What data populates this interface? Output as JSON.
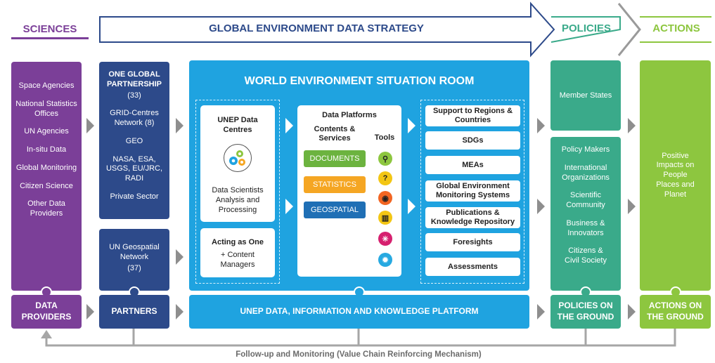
{
  "header": {
    "sciences": "SCIENCES",
    "strategy": "GLOBAL ENVIRONMENT DATA STRATEGY",
    "policies": "POLICIES",
    "actions": "ACTIONS"
  },
  "data_providers": {
    "items": [
      "Space Agencies",
      "National Statistics Offices",
      "UN Agencies",
      "In-situ Data",
      "Global Monitoring",
      "Citizen Science",
      "Other Data Providers"
    ],
    "footer": "DATA PROVIDERS"
  },
  "partners": {
    "title": "ONE GLOBAL PARTNERSHIP",
    "count": "(33)",
    "grid": "GRID-Centres Network (8)",
    "geo": "GEO",
    "nasa": "NASA, ESA, USGS, EU/JRC, RADI",
    "private": "Private Sector",
    "un_geo": "UN Geospatial Network",
    "un_geo_count": "(37)",
    "footer": "PARTNERS"
  },
  "situation_room": {
    "title": "WORLD ENVIRONMENT SITUATION ROOM",
    "data_centres_title": "UNEP Data Centres",
    "data_centres_desc": "Data Scientists Analysis and Processing",
    "acting_title": "Acting as One",
    "acting_desc": "+ Content Managers",
    "platforms_title": "Data Platforms",
    "contents_label": "Contents & Services",
    "tools_label": "Tools",
    "contents": [
      {
        "label": "DOCUMENTS",
        "color": "#6cb33f"
      },
      {
        "label": "STATISTICS",
        "color": "#f5a623"
      },
      {
        "label": "GEOSPATIAL",
        "color": "#1f6fb5"
      }
    ],
    "tools": [
      {
        "icon": "search-icon",
        "glyph": "⚲",
        "color": "#8dc63f"
      },
      {
        "icon": "question-icon",
        "glyph": "?",
        "color": "#f3c614"
      },
      {
        "icon": "eye-icon",
        "glyph": "◉",
        "color": "#f26522"
      },
      {
        "icon": "bar-chart-icon",
        "glyph": "▥",
        "color": "#f3c614"
      },
      {
        "icon": "network-icon",
        "glyph": "✳",
        "color": "#d6206f"
      },
      {
        "icon": "gear-icon",
        "glyph": "✹",
        "color": "#27a9e1"
      }
    ],
    "outputs": [
      "Support to Regions & Countries",
      "SDGs",
      "MEAs",
      "Global Environment Monitoring Systems",
      "Publications & Knowledge Repository",
      "Foresights",
      "Assessments"
    ],
    "footer": "UNEP DATA, INFORMATION AND KNOWLEDGE PLATFORM"
  },
  "policies": {
    "member_states": "Member States",
    "items": [
      "Policy Makers",
      "International Organizations",
      "Scientific Community",
      "Business & Innovators",
      "Citizens & Civil Society"
    ],
    "footer": "POLICIES ON THE GROUND"
  },
  "actions": {
    "text": "Positive Impacts on People Places and Planet",
    "footer": "ACTIONS ON THE GROUND"
  },
  "feedback": "Follow-up and Monitoring (Value Chain Reinforcing Mechanism)",
  "colors": {
    "purple": "#7b3f98",
    "navy": "#2d4a8a",
    "blue": "#1fa3e0",
    "teal": "#3aaa8a",
    "green": "#8dc63f"
  }
}
